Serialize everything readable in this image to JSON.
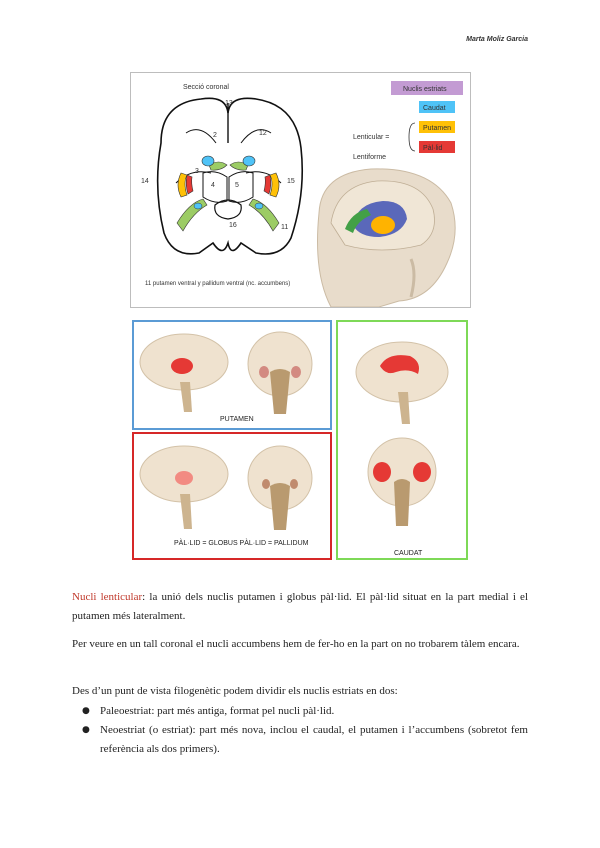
{
  "header": {
    "author": "Marta Moliz Garcia"
  },
  "figure1": {
    "title": "Secció coronal",
    "legend": {
      "group": "Nuclis estriats",
      "caudat": "Caudat",
      "putamen": "Putamen",
      "palid": "Pàl·lid"
    },
    "lenticular_label": "Lenticular =",
    "lentiforme_label": "Lentiforme",
    "numbers": [
      "13",
      "2",
      "12",
      "14",
      "3",
      "15",
      "4",
      "5",
      "16",
      "11"
    ],
    "caption": "11 putamen ventral y pallidum ventral (nc. accumbens)",
    "colors": {
      "caudat": "#4fc3f7",
      "putamen": "#ffc107",
      "palid": "#e53935",
      "group": "#c39bd3",
      "green": "#9ccc65"
    }
  },
  "figure2": {
    "putamen_label": "PUTAMEN",
    "pallid_label": "PÀL·LID = GLOBUS PÀL·LID = PALLIDUM",
    "caudat_label": "CAUDAT"
  },
  "body": {
    "p1_term": "Nucli lenticular",
    "p1_rest": ": la unió dels nuclis putamen i globus pàl·lid. El pàl·lid situat en la part medial i el putamen més lateralment.",
    "p2": "Per veure en un tall coronal el nucli accumbens hem de fer-ho en la part on no trobarem tàlem encara.",
    "p3": "Des d’un punt de vista filogenètic podem dividir els nuclis estriats en dos:",
    "bullets": [
      "Paleoestriat: part més antiga, format pel nucli pàl·lid.",
      "Neoestriat (o estriat): part més nova, inclou el caudal, el putamen i l’accumbens (sobretot fem referència als dos primers)."
    ],
    "bullet_glyph": "●"
  }
}
